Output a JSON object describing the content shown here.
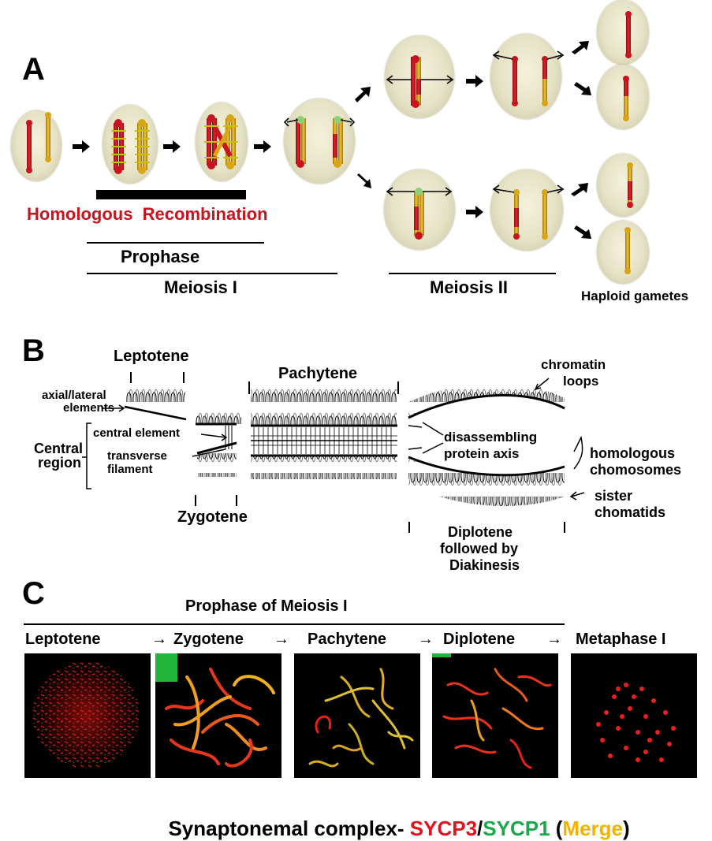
{
  "panels": {
    "a": {
      "letter": "A",
      "recombination_label": "Homologous  Recombination",
      "prophase_label": "Prophase",
      "meiosis1_label": "Meiosis I",
      "meiosis2_label": "Meiosis II",
      "haploid_label": "Haploid gametes"
    },
    "b": {
      "letter": "B",
      "leptotene": "Leptotene",
      "pachytene": "Pachytene",
      "zygotene": "Zygotene",
      "axial_line1": "axial/lateral",
      "axial_line2": "elements",
      "central_region_line1": "Central",
      "central_region_line2": "region",
      "central_element": "central element",
      "transverse_line1": "transverse",
      "transverse_line2": "filament",
      "chromatin_line1": "chromatin",
      "chromatin_line2": "loops",
      "disassembling_line1": "disassembling",
      "disassembling_line2": "protein axis",
      "homologous_line1": "homologous",
      "homologous_line2": "chomosomes",
      "sister_line1": "sister",
      "sister_line2": "chomatids",
      "diplotene_line1": "Diplotene",
      "diplotene_line2": "followed by",
      "diplotene_line3": "Diakinesis"
    },
    "c": {
      "letter": "C",
      "prophase_title": "Prophase of Meiosis I",
      "stages": [
        "Leptotene",
        "Zygotene",
        "Pachytene",
        "Diplotene",
        "Metaphase I"
      ],
      "arrow_glyph": "→",
      "caption_prefix": "Synaptonemal complex- ",
      "caption_sycp3": "SYCP3",
      "caption_slash": "/",
      "caption_sycp1": "SYCP1",
      "caption_open": " (",
      "caption_merge": "Merge",
      "caption_close": ")"
    }
  },
  "colors": {
    "chromosome_red": "#c8141e",
    "chromosome_gold": "#d9a514",
    "recombination_text": "#c8141e",
    "sycp3": "#e0141e",
    "sycp1": "#1aa84a",
    "merge": "#f0b400"
  }
}
